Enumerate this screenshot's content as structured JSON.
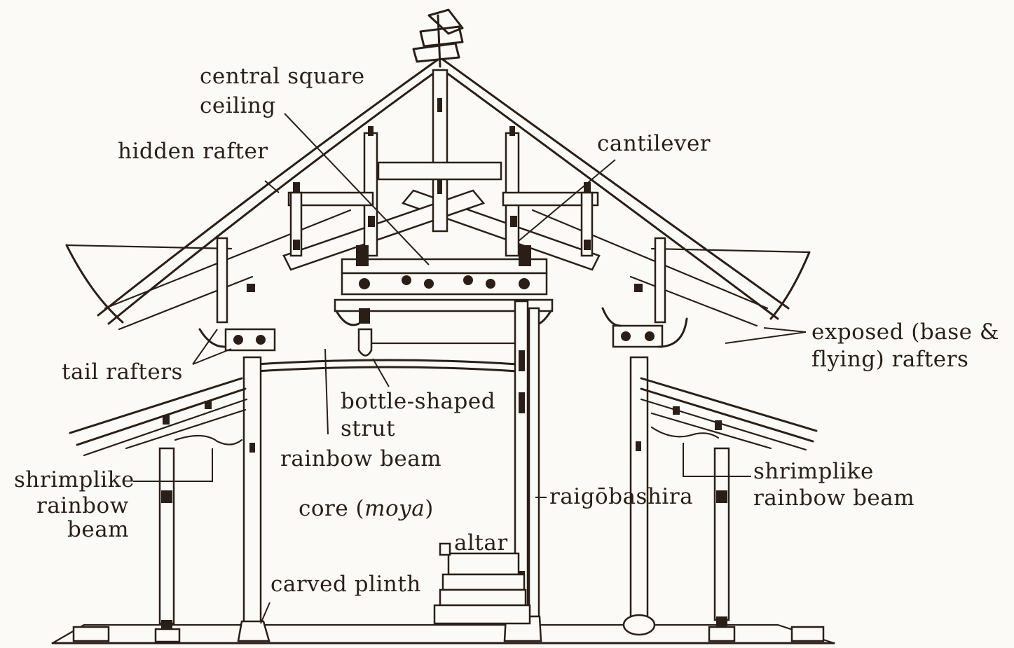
{
  "labels": {
    "central_square_ceiling_1": "central square",
    "central_square_ceiling_2": "ceiling",
    "hidden_rafter": "hidden rafter",
    "cantilever": "cantilever",
    "exposed_rafters_1": "exposed (base &",
    "exposed_rafters_2": "flying) rafters",
    "tail_rafters": "tail rafters",
    "bottle_strut_1": "bottle-shaped",
    "bottle_strut_2": "strut",
    "rainbow_beam": "rainbow beam",
    "shrimp_left_1": "shrimplike",
    "shrimp_left_2": "rainbow",
    "shrimp_left_3": "beam",
    "shrimp_right_1": "shrimplike",
    "shrimp_right_2": "rainbow beam",
    "core_prefix": "core (",
    "core_italic": "moya",
    "core_suffix": ")",
    "raigobashira": "raigōbashira",
    "altar": "altar",
    "carved_plinth": "carved plinth"
  }
}
